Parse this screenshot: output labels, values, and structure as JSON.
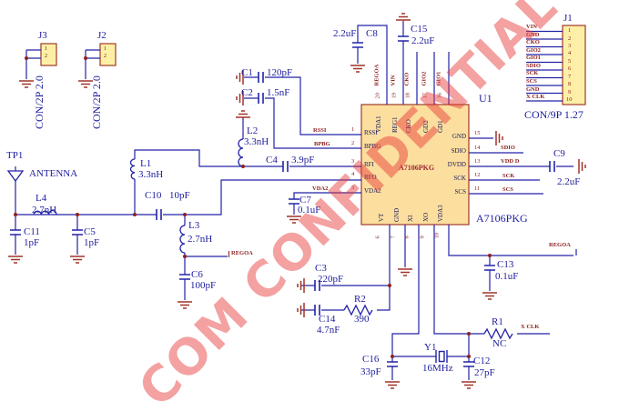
{
  "watermark": {
    "text": "COM CONFIDENTIAL"
  },
  "colors": {
    "wire": "#2323a8",
    "part_border": "#a03a28",
    "chip_fill": "#fcdf9e",
    "connector_fill": "#fdf0a6",
    "label_blue": "#1c1c9c",
    "net_red": "#8f2020",
    "watermark_red": "#e83a3a"
  },
  "parts": {
    "j3": {
      "ref": "J3",
      "type": "CON/2P 2.0",
      "p1": "1",
      "p2": "2"
    },
    "j2": {
      "ref": "J2",
      "type": "CON/2P 2.0",
      "p1": "1",
      "p2": "2"
    },
    "tp1": {
      "ref": "TP1",
      "label": "ANTENNA"
    },
    "l4": {
      "ref": "L4",
      "value": "2.7nH"
    },
    "c11": {
      "ref": "C11",
      "value": "1pF"
    },
    "c5": {
      "ref": "C5",
      "value": "1pF"
    },
    "l1": {
      "ref": "L1",
      "value": "3.3nH"
    },
    "c10": {
      "ref": "C10",
      "value": "10pF"
    },
    "l3": {
      "ref": "L3",
      "value": "2.7nH"
    },
    "c6": {
      "ref": "C6",
      "value": "100pF"
    },
    "c1": {
      "ref": "C1",
      "value": "120pF"
    },
    "c2": {
      "ref": "C2",
      "value": "1.5nF"
    },
    "l2": {
      "ref": "L2",
      "value": "3.3nH"
    },
    "c4": {
      "ref": "C4",
      "value": "3.9pF"
    },
    "c7": {
      "ref": "C7",
      "value": "0.1uF"
    },
    "c8": {
      "ref": "C8",
      "value": "2.2uF"
    },
    "c15": {
      "ref": "C15",
      "value": "2.2uF"
    },
    "c3": {
      "ref": "C3",
      "value": "220pF"
    },
    "c14": {
      "ref": "C14",
      "value": "4.7nF"
    },
    "r2": {
      "ref": "R2",
      "value": "390"
    },
    "c13": {
      "ref": "C13",
      "value": "0.1uF"
    },
    "c9": {
      "ref": "C9",
      "value": "2.2uF"
    },
    "c16": {
      "ref": "C16",
      "value": "33pF"
    },
    "c12": {
      "ref": "C12",
      "value": "27pF"
    },
    "y1": {
      "ref": "Y1",
      "value": "16MHz"
    },
    "r1": {
      "ref": "R1",
      "value": "NC"
    },
    "u1": {
      "ref": "U1",
      "part": "A7106PKG",
      "center": "A7106PKG",
      "top": [
        {
          "num": "20",
          "name": "VDA1",
          "net": "REGOA"
        },
        {
          "num": "19",
          "name": "REG1",
          "net": "VIN"
        },
        {
          "num": "18",
          "name": "CKO",
          "net": "CKO"
        },
        {
          "num": "17",
          "name": "GD2",
          "net": "GIO2"
        },
        {
          "num": "16",
          "name": "GD1",
          "net": "GIO1"
        }
      ],
      "left": [
        {
          "num": "1",
          "name": "RSSI",
          "net": "RSSI"
        },
        {
          "num": "2",
          "name": "BPBG",
          "net": "BPBG"
        },
        {
          "num": "3",
          "name": "RFI",
          "net": ""
        },
        {
          "num": "4",
          "name": "RFO",
          "net": ""
        },
        {
          "num": "5",
          "name": "VDA2",
          "net": "VDA2"
        }
      ],
      "right": [
        {
          "num": "15",
          "name": "GND",
          "net": ""
        },
        {
          "num": "14",
          "name": "SDIO",
          "net": "SDIO"
        },
        {
          "num": "13",
          "name": "DVDD",
          "net": "VDD D"
        },
        {
          "num": "12",
          "name": "SCK",
          "net": "SCK"
        },
        {
          "num": "11",
          "name": "SCS",
          "net": "SCS"
        }
      ],
      "bottom": [
        {
          "num": "6",
          "name": "VT"
        },
        {
          "num": "7",
          "name": "GND"
        },
        {
          "num": "8",
          "name": "XI"
        },
        {
          "num": "9",
          "name": "XO"
        },
        {
          "num": "10",
          "name": "VDA3"
        }
      ]
    },
    "j1": {
      "ref": "J1",
      "type": "CON/9P 1.27",
      "pins": [
        {
          "num": "1",
          "net": "VIN"
        },
        {
          "num": "2",
          "net": "GND"
        },
        {
          "num": "3",
          "net": "CKO"
        },
        {
          "num": "4",
          "net": "GIO2"
        },
        {
          "num": "5",
          "net": "GIO1"
        },
        {
          "num": "6",
          "net": "SDIO"
        },
        {
          "num": "7",
          "net": "SCK"
        },
        {
          "num": "8",
          "net": "SCS"
        },
        {
          "num": "9",
          "net": "GND"
        },
        {
          "num": "10",
          "net": "X CLK"
        }
      ]
    }
  },
  "nets": {
    "regoa_l3": "REGOA",
    "regoa_vda3": "REGOA",
    "x_clk": "X CLK"
  }
}
